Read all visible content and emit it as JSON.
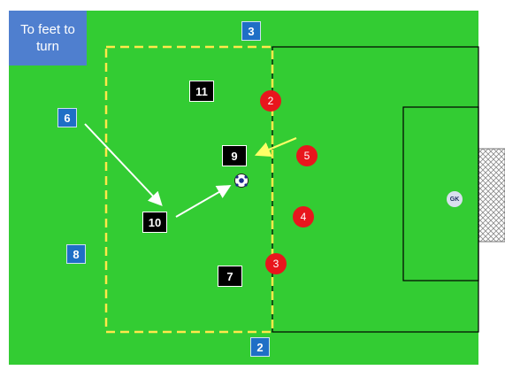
{
  "title": "To feet to\nturn",
  "colors": {
    "pitch": "#33cc33",
    "blue_team": "#1f6fc6",
    "black_team": "#000000",
    "red_team": "#e8161d",
    "zone": "#ffe84a",
    "arrow_pass": "#ffffff",
    "arrow_run": "#ffff66"
  },
  "blue_players": {
    "b3": "3",
    "b6": "6",
    "b8": "8",
    "b2": "2"
  },
  "black_players": {
    "k11": "11",
    "k9": "9",
    "k10": "10",
    "k7": "7"
  },
  "red_players": {
    "r2": "2",
    "r5": "5",
    "r4": "4",
    "r3": "3"
  },
  "goalkeeper": "GK",
  "icons": {
    "ball": "soccer-ball-icon",
    "goal": "goal-net-icon"
  }
}
